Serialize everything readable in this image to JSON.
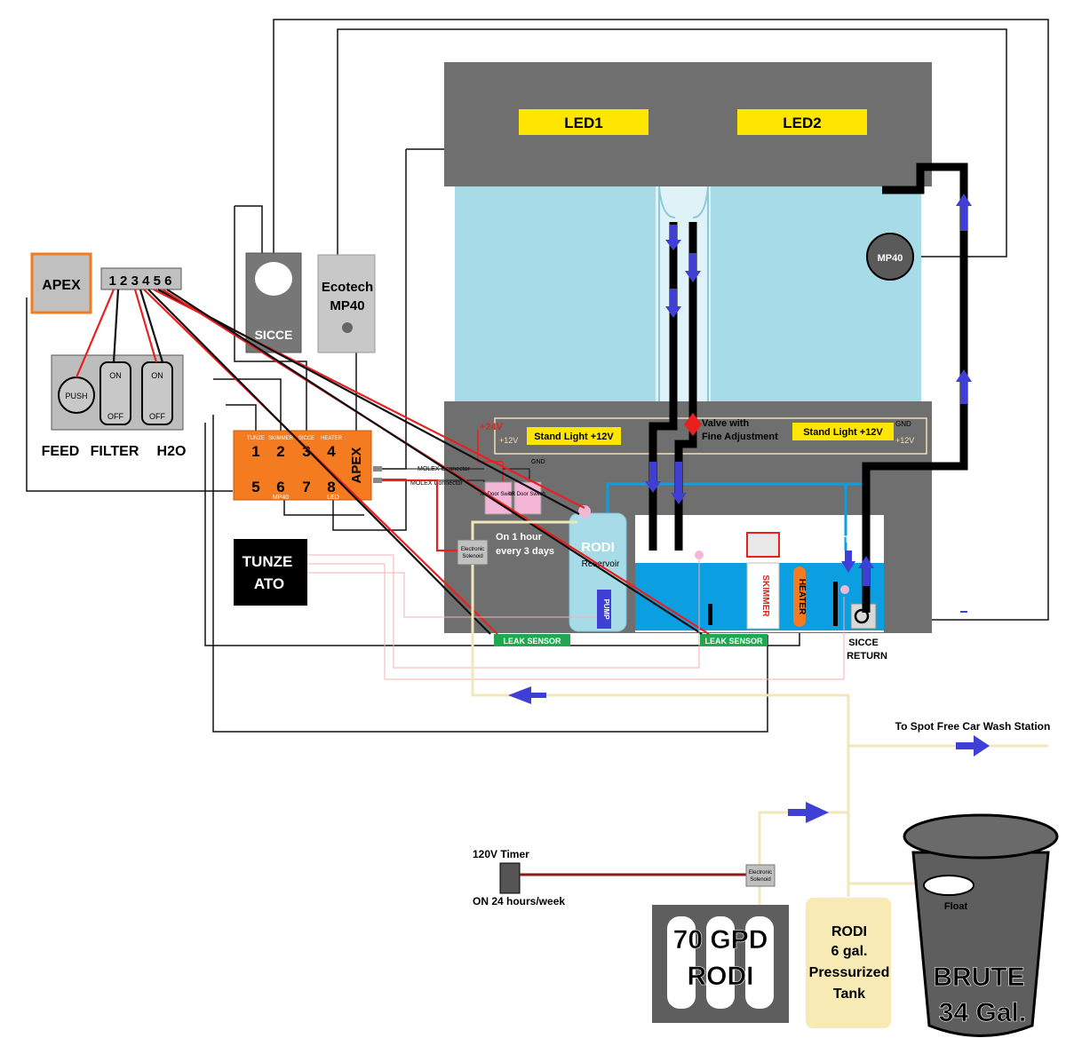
{
  "devices": {
    "apex_controller": "APEX",
    "eb_numbers": "1 2 3 4 5 6",
    "push_label": "PUSH",
    "on": "ON",
    "off": "OFF",
    "feed": "FEED",
    "filter": "FILTER",
    "h2o": "H2O",
    "sicce_pump": "SICCE",
    "ecotech_line1": "Ecotech",
    "ecotech_line2": "MP40",
    "tunze_line1": "TUNZE",
    "tunze_line2": "ATO"
  },
  "apex_strip": {
    "title": "APEX",
    "top_outlets": [
      "1",
      "2",
      "3",
      "4"
    ],
    "top_names": [
      "TUNZE",
      "SKIMMER",
      "SICCE",
      "HEATER"
    ],
    "bottom_outlets": [
      "5",
      "6",
      "7",
      "8"
    ],
    "bottom_names": [
      "MP40",
      "LED"
    ],
    "molex1": "MOLEX Connector",
    "molex2": "MOLEX Connector"
  },
  "tank": {
    "led1": "LED1",
    "led2": "LED2",
    "mp40": "MP40",
    "valve": "Valve with",
    "valve2": "Fine Adjustment",
    "stand_light_left": "Stand Light +12V",
    "stand_light_right": "Stand Light +12V",
    "v24": "+24V",
    "v12_left": "+12V",
    "v12_right": "+12V",
    "gnd1": "GND",
    "gnd2": "GND",
    "ir1": "IR Door Switch",
    "ir2": "IR Door Switch"
  },
  "sump": {
    "solenoid_line1": "Electronic",
    "solenoid_line2": "Solenoid",
    "schedule_line1": "On 1 hour",
    "schedule_line2": "every 3 days",
    "rodi_res_line1": "RODI",
    "rodi_res_line2": "Reservoir",
    "pump": "PUMP",
    "skimmer": "SKIMMER",
    "heater": "HEATER",
    "ato": "ATO",
    "sicce_return_line1": "SICCE",
    "sicce_return_line2": "RETURN",
    "leak1": "LEAK SENSOR",
    "leak2": "LEAK SENSOR"
  },
  "water": {
    "spot_free": "To Spot Free Car Wash Station",
    "timer_title": "120V Timer",
    "timer_sub": "ON 24 hours/week",
    "solenoid2_line1": "Electronic",
    "solenoid2_line2": "Solenoid",
    "rodi_unit_line1": "70 GPD",
    "rodi_unit_line2": "RODI",
    "tank_line1": "RODI",
    "tank_line2": "6 gal.",
    "tank_line3": "Pressurized",
    "tank_line4": "Tank",
    "float": "Float",
    "brute_line1": "BRUTE",
    "brute_line2": "34 Gal."
  },
  "colors": {
    "hood": "#6f6f6f",
    "tank_water": "#a8dbe8",
    "sump_water": "#0b9ee0",
    "label_yellow": "#ffe600",
    "apex_orange": "#f47b20",
    "leak_green": "#1fa84f",
    "rodi_water_line": "#f2e7b8",
    "flow_arrow": "#3f3fd6",
    "rodi_tank": "#f7eab5"
  }
}
